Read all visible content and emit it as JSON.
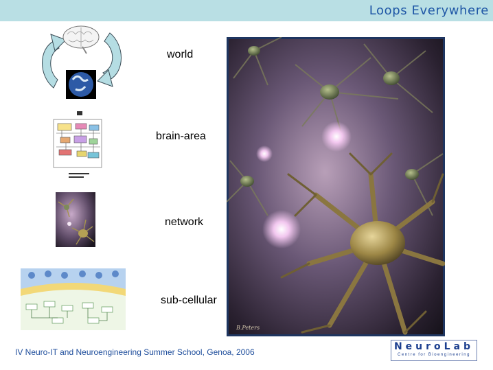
{
  "slide": {
    "title": "Loops Everywhere"
  },
  "levels": [
    {
      "label": "world"
    },
    {
      "label": "brain-area"
    },
    {
      "label": "network"
    },
    {
      "label": "sub-cellular"
    }
  ],
  "footer": {
    "text": "IV Neuro-IT and Neuroengineering Summer School, Genoa, 2006"
  },
  "logo": {
    "name": "NeuroLab",
    "subtitle": "Centre for Bioengineering"
  },
  "main_image": {
    "signature": "B.Peters"
  },
  "colors": {
    "header_bg": "#b9dfe4",
    "title": "#1f57a6",
    "footer_text": "#1f4e9c",
    "arrow_fill": "#b5dde3",
    "frame": "#1e3560"
  },
  "icons": [
    "brain-icon",
    "earth-icon",
    "loop-arrow-icon",
    "diagram-icon",
    "neuron-image",
    "cell-pathway-icon"
  ]
}
